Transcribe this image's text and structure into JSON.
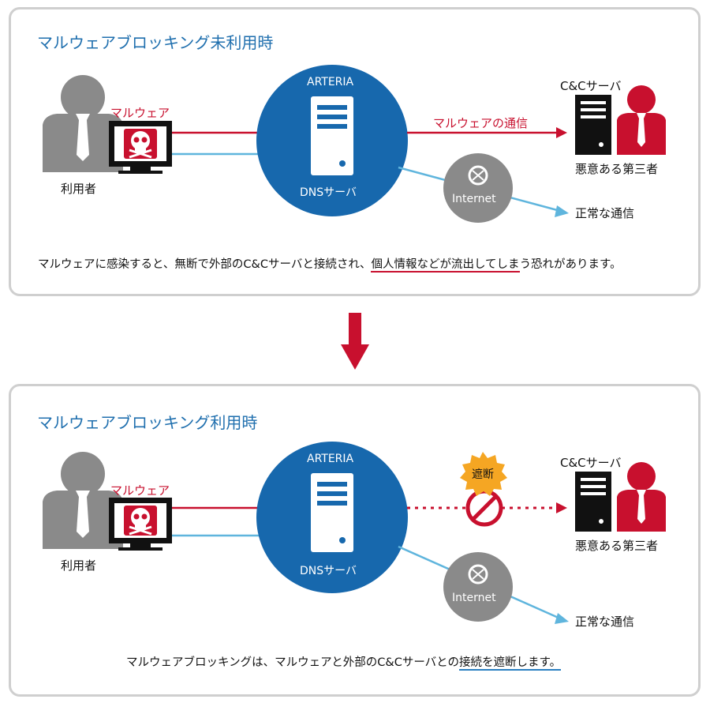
{
  "panel1": {
    "title": "マルウェアブロッキング未利用時",
    "malware_label": "マルウェア",
    "user_label": "利用者",
    "server_brand": "ARTERIA",
    "server_label": "DNSサーバ",
    "cc_server_label": "C&Cサーバ",
    "flow_label": "マルウェアの通信",
    "third_party_label": "悪意ある第三者",
    "internet_label": "Internet",
    "normal_label": "正常な通信",
    "caption_before": "マルウェアに感染すると、無断で外部のC&Cサーバと接続され、",
    "caption_highlight": "個人情報などが流出してしま",
    "caption_after": "う恐れがあります。"
  },
  "panel2": {
    "title": "マルウェアブロッキング利用時",
    "malware_label": "マルウェア",
    "user_label": "利用者",
    "server_brand": "ARTERIA",
    "server_label": "DNSサーバ",
    "block_label": "遮断",
    "cc_server_label": "C&Cサーバ",
    "third_party_label": "悪意ある第三者",
    "internet_label": "Internet",
    "normal_label": "正常な通信",
    "caption_before": "マルウェアブロッキングは、マルウェアと外部のC&Cサーバとの",
    "caption_highlight": "接続を遮断します。"
  },
  "colors": {
    "accent_blue": "#1f6fae",
    "malware_red": "#c8102e",
    "normal_blue": "#5fb5dd",
    "gray": "#8a8a8a",
    "burst_orange": "#f5a623"
  }
}
